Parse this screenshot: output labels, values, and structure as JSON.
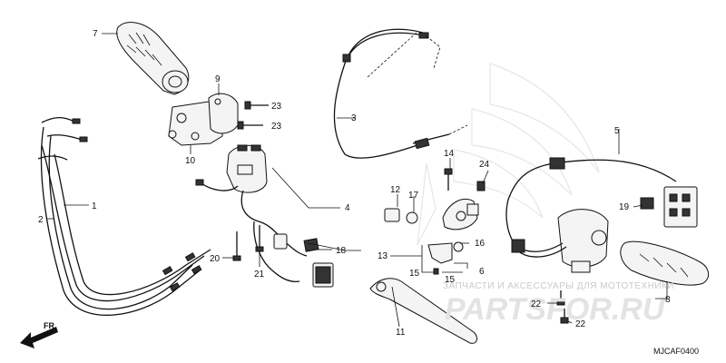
{
  "diagram": {
    "catalog_code": "MJCAF0400",
    "direction_label": "FR.",
    "watermark": {
      "brand": "PARTSFOR.RU",
      "tagline": "ЗАПЧАСТИ И АКСЕССУАРЫ ДЛЯ МОТОТЕХНИКИ"
    },
    "callouts": [
      {
        "id": "c1",
        "label": "1"
      },
      {
        "id": "c2",
        "label": "2"
      },
      {
        "id": "c3",
        "label": "3"
      },
      {
        "id": "c4",
        "label": "4"
      },
      {
        "id": "c5",
        "label": "5"
      },
      {
        "id": "c6",
        "label": "6"
      },
      {
        "id": "c7",
        "label": "7"
      },
      {
        "id": "c8",
        "label": "8"
      },
      {
        "id": "c9",
        "label": "9"
      },
      {
        "id": "c10",
        "label": "10"
      },
      {
        "id": "c11",
        "label": "11"
      },
      {
        "id": "c12",
        "label": "12"
      },
      {
        "id": "c13",
        "label": "13"
      },
      {
        "id": "c14",
        "label": "14"
      },
      {
        "id": "c15a",
        "label": "15"
      },
      {
        "id": "c15b",
        "label": "15"
      },
      {
        "id": "c16",
        "label": "16"
      },
      {
        "id": "c17",
        "label": "17"
      },
      {
        "id": "c18",
        "label": "18"
      },
      {
        "id": "c19",
        "label": "19"
      },
      {
        "id": "c20",
        "label": "20"
      },
      {
        "id": "c21",
        "label": "21"
      },
      {
        "id": "c22a",
        "label": "22"
      },
      {
        "id": "c22b",
        "label": "22"
      },
      {
        "id": "c23a",
        "label": "23"
      },
      {
        "id": "c23b",
        "label": "23"
      },
      {
        "id": "c24",
        "label": "24"
      }
    ]
  }
}
